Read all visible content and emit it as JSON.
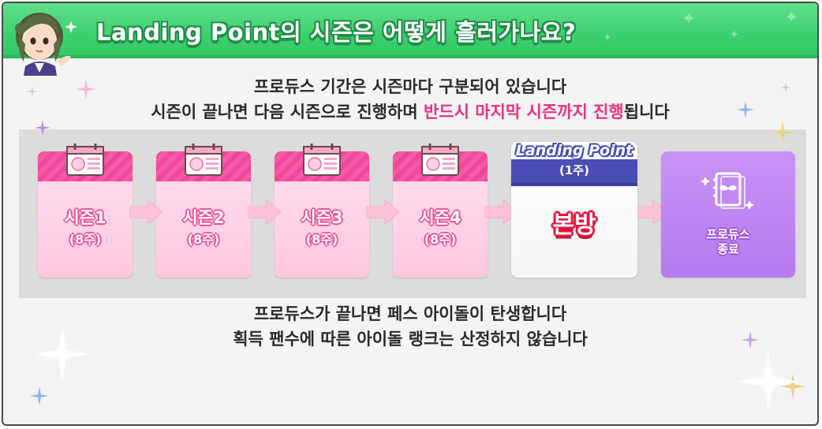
{
  "header": {
    "title": "Landing Point의 시즌은 어떻게 흘러가나요?"
  },
  "intro": {
    "line1": "프로듀스 기간은 시즌마다 구분되어 있습니다",
    "line2_prefix": "시즌이 끝나면 다음 시즌으로 진행하며 ",
    "line2_highlight": "반드시 마지막 시즌까지 진행",
    "line2_suffix": "됩니다"
  },
  "timeline": {
    "seasons": [
      {
        "label": "시즌1",
        "weeks": "(8주)"
      },
      {
        "label": "시즌2",
        "weeks": "(8주)"
      },
      {
        "label": "시즌3",
        "weeks": "(8주)"
      },
      {
        "label": "시즌4",
        "weeks": "(8주)"
      }
    ],
    "landing_point": {
      "logo": "Landing Point",
      "weeks": "(1주)",
      "main": "본방"
    },
    "end": {
      "line1": "프로듀스",
      "line2": "종료"
    }
  },
  "outro": {
    "line1": "프로듀스가 끝나면 페스 아이돌이 탄생합니다",
    "line2": "획득 팬수에 따른 아이돌 랭크는 산정하지 않습니다"
  },
  "colors": {
    "header_green": "#3ccf6e",
    "season_pink": "#f0479a",
    "highlight_pink": "#f0307c",
    "landing_navy": "#4a4db5",
    "end_purple": "#b47aee",
    "main_red": "#e8163f"
  },
  "icons": {
    "avatar": "character-avatar",
    "calendar": "calendar-icon",
    "arrow": "arrow-right-icon",
    "notebook": "winged-notebook-icon",
    "sparkle": "sparkle-icon"
  }
}
